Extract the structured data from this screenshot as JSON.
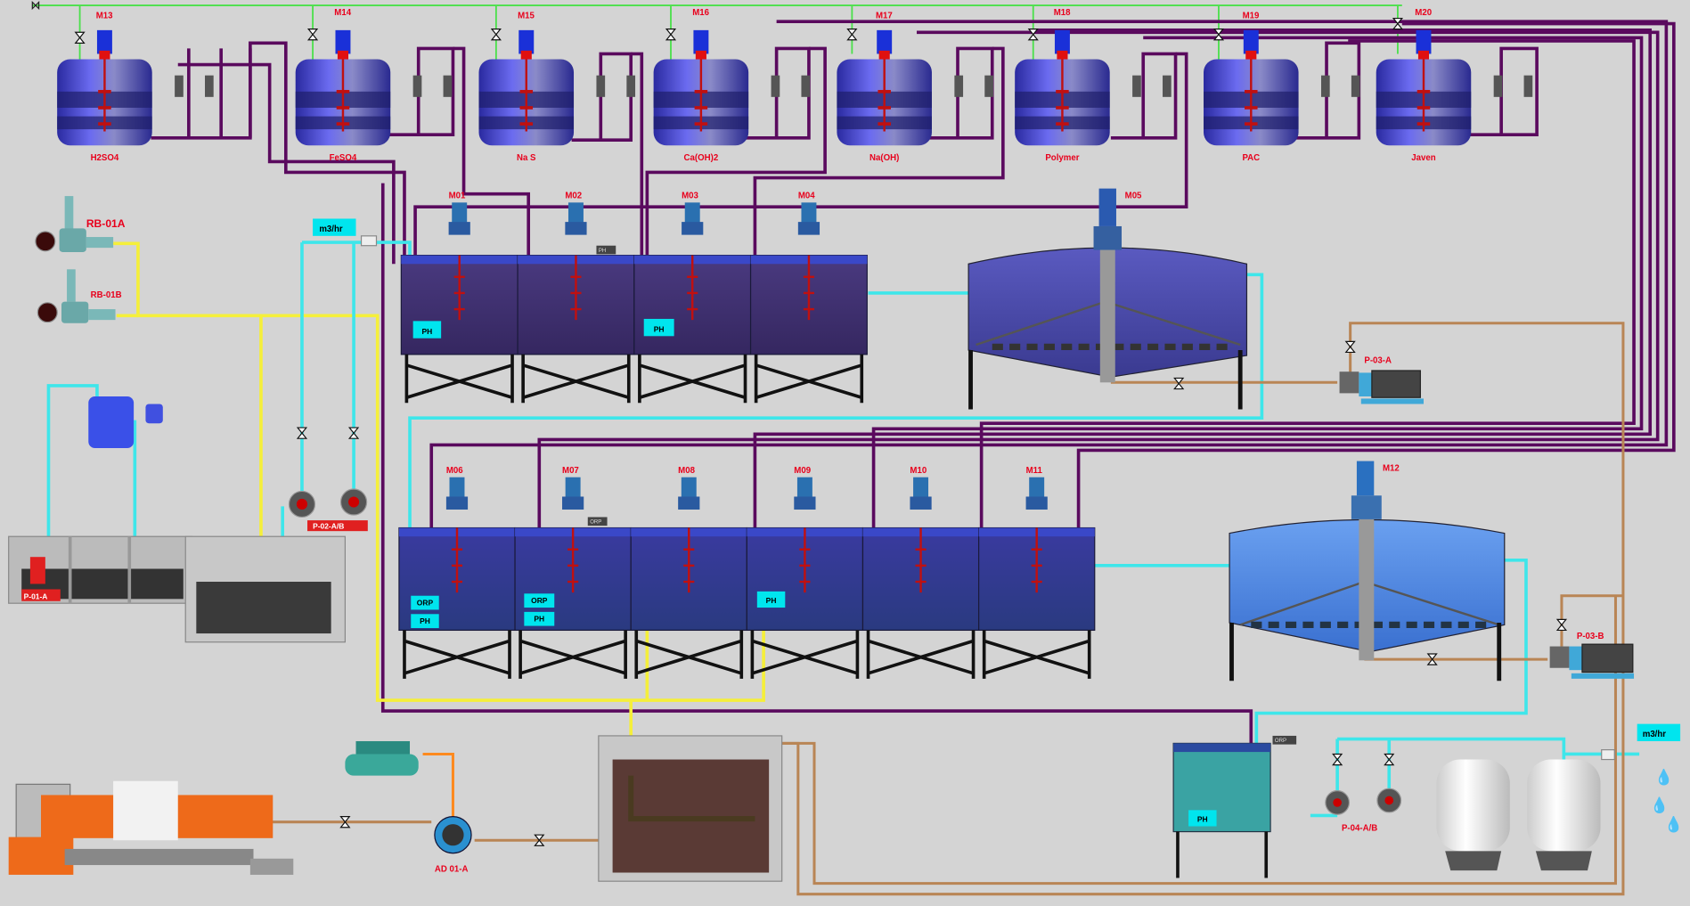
{
  "colors": {
    "background": "#d4d4d4",
    "chemical_line": "#5a0a5e",
    "water_line": "#4be04b",
    "air_line": "#f5ef3a",
    "process_line": "#3ee6ea",
    "sludge_line": "#b98555",
    "label": "#e8001c",
    "indicator": "#00e5ee"
  },
  "dosing_tanks": [
    {
      "id": "M13",
      "chemical": "H2SO4"
    },
    {
      "id": "M14",
      "chemical": "FeSO4"
    },
    {
      "id": "M15",
      "chemical": "Na S"
    },
    {
      "id": "M16",
      "chemical": "Ca(OH)2"
    },
    {
      "id": "M17",
      "chemical": "Na(OH)"
    },
    {
      "id": "M18",
      "chemical": "Polymer"
    },
    {
      "id": "M19",
      "chemical": "PAC"
    },
    {
      "id": "M20",
      "chemical": "Javen"
    }
  ],
  "reactors_row1": [
    {
      "id": "M01"
    },
    {
      "id": "M02"
    },
    {
      "id": "M03"
    },
    {
      "id": "M04"
    }
  ],
  "reactors_row2": [
    {
      "id": "M06"
    },
    {
      "id": "M07"
    },
    {
      "id": "M08"
    },
    {
      "id": "M09"
    },
    {
      "id": "M10"
    },
    {
      "id": "M11"
    }
  ],
  "clarifiers": [
    {
      "id": "M05"
    },
    {
      "id": "M12"
    }
  ],
  "equipment": {
    "blower_a": "RB-01A",
    "blower_b": "RB-01B",
    "pump_p01a": "P-01-A",
    "pump_p02ab": "P-02-A/B",
    "pump_p03a": "P-03-A",
    "pump_p03b": "P-03-B",
    "pump_p04ab": "P-04-A/B",
    "diaphragm_pump": "AD 01-A"
  },
  "indicators": {
    "flow_unit_1": "m3/hr",
    "flow_unit_2": "m3/hr",
    "ph_r1_1": "PH",
    "ph_r1_3": "PH",
    "orp_r2_1": "ORP",
    "ph_r2_1": "PH",
    "orp_r2_2": "ORP",
    "ph_r2_2": "PH",
    "ph_r2_4": "PH",
    "ph_final": "PH",
    "orp_small_1": "ORP",
    "orp_small_2": "ORP",
    "ph_small": "PH"
  }
}
